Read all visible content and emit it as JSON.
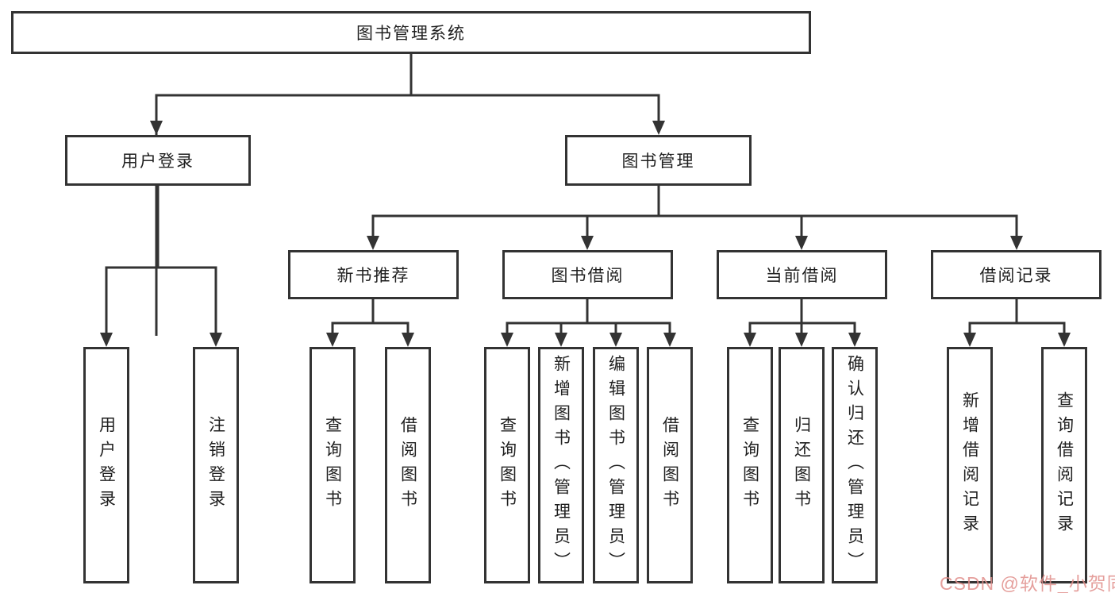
{
  "tree": {
    "root": {
      "label": "图书管理系统"
    },
    "level2": [
      {
        "label": "用户登录"
      },
      {
        "label": "图书管理"
      }
    ],
    "user_children": [
      {
        "label": "用户登录"
      },
      {
        "label": "注销登录"
      }
    ],
    "level3": [
      {
        "label": "新书推荐"
      },
      {
        "label": "图书借阅"
      },
      {
        "label": "当前借阅"
      },
      {
        "label": "借阅记录"
      }
    ],
    "recommend_children": [
      {
        "label": "查询图书"
      },
      {
        "label": "借阅图书"
      }
    ],
    "borrow_children": [
      {
        "label": "查询图书"
      },
      {
        "label": "新增图书（管理员）"
      },
      {
        "label": "编辑图书（管理员）"
      },
      {
        "label": "借阅图书"
      }
    ],
    "current_children": [
      {
        "label": "查询图书"
      },
      {
        "label": "归还图书"
      },
      {
        "label": "确认归还（管理员）"
      }
    ],
    "record_children": [
      {
        "label": "新增借阅记录"
      },
      {
        "label": "查询借阅记录"
      }
    ]
  },
  "watermark": {
    "text": "CSDN @软件_小贺同学"
  },
  "colors": {
    "line": "#333333",
    "text": "#1f1f1f",
    "background": "#ffffff",
    "watermark": "#e08e8b"
  }
}
